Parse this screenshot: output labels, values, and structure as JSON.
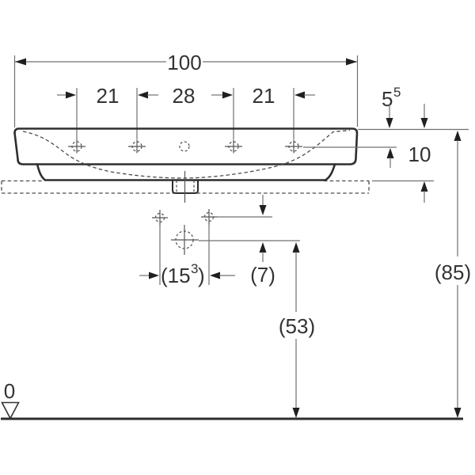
{
  "drawing": {
    "type": "washbasin-front-elevation-technical-drawing",
    "units": "cm",
    "labels": {
      "overall_width": "100",
      "spacing_left": "21",
      "spacing_center": "28",
      "spacing_right": "21",
      "edge_offset_base": "5",
      "edge_offset_sup": "5",
      "apron_height": "10",
      "bolt_spacing_pre": "(15",
      "bolt_spacing_sup": "3",
      "bolt_spacing_post": ")",
      "bolt_to_drain": "(7)",
      "drain_outlet_height": "(53)",
      "rim_height": "(85)",
      "floor_datum": "0"
    },
    "colors": {
      "background": "#ffffff",
      "outline": "#2e2e2e",
      "dimension_line": "#707070",
      "dashed_line": "#4c4c4c",
      "arrow": "#1f1f1f",
      "text": "#333333"
    }
  }
}
